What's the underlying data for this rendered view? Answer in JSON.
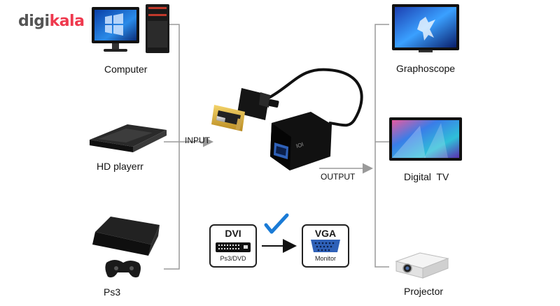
{
  "brand": {
    "logo_part1": "digi",
    "logo_part2": "kala",
    "accent_color": "#ef394e"
  },
  "inputs": [
    {
      "label": "Computer",
      "icon": "desktop-computer-icon"
    },
    {
      "label": "HD playerr",
      "icon": "hd-player-icon"
    },
    {
      "label": "Ps3",
      "icon": "game-console-icon"
    }
  ],
  "outputs": [
    {
      "label": "Graphoscope",
      "icon": "tv-icon"
    },
    {
      "label": "Digital  TV",
      "icon": "tv-icon"
    },
    {
      "label": "Projector",
      "icon": "projector-icon"
    }
  ],
  "flow": {
    "input_label": "INPUT",
    "output_label": "OUTPUT"
  },
  "conversion": {
    "from_title": "DVI",
    "from_caption": "Ps3/DVD",
    "to_title": "VGA",
    "to_caption": "Monitor",
    "status_icon": "check-icon",
    "check_color": "#1a7bd6",
    "vga_port_color": "#2f61b8"
  }
}
